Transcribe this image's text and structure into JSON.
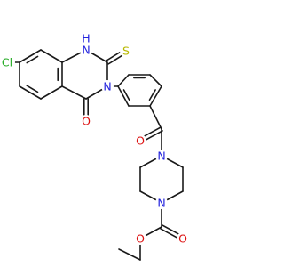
{
  "molecule": {
    "atom_labels": {
      "chlorine": "Cl",
      "nh": "H",
      "n_amide": "N",
      "sulfur": "S",
      "oxygen_ring": "O",
      "oxygen_linker": "O",
      "n_piperazine_top": "N",
      "n_piperazine_bottom": "N",
      "oxygen_carbonyl_ester": "O",
      "oxygen_ester": "O",
      "nh_n": "N"
    }
  },
  "colors": {
    "bond": "#1a1a1a",
    "nitrogen": "#2222dd",
    "oxygen": "#dd1111",
    "sulfur": "#b8b800",
    "chlorine": "#22aa22",
    "carbon": "#1a1a1a"
  }
}
